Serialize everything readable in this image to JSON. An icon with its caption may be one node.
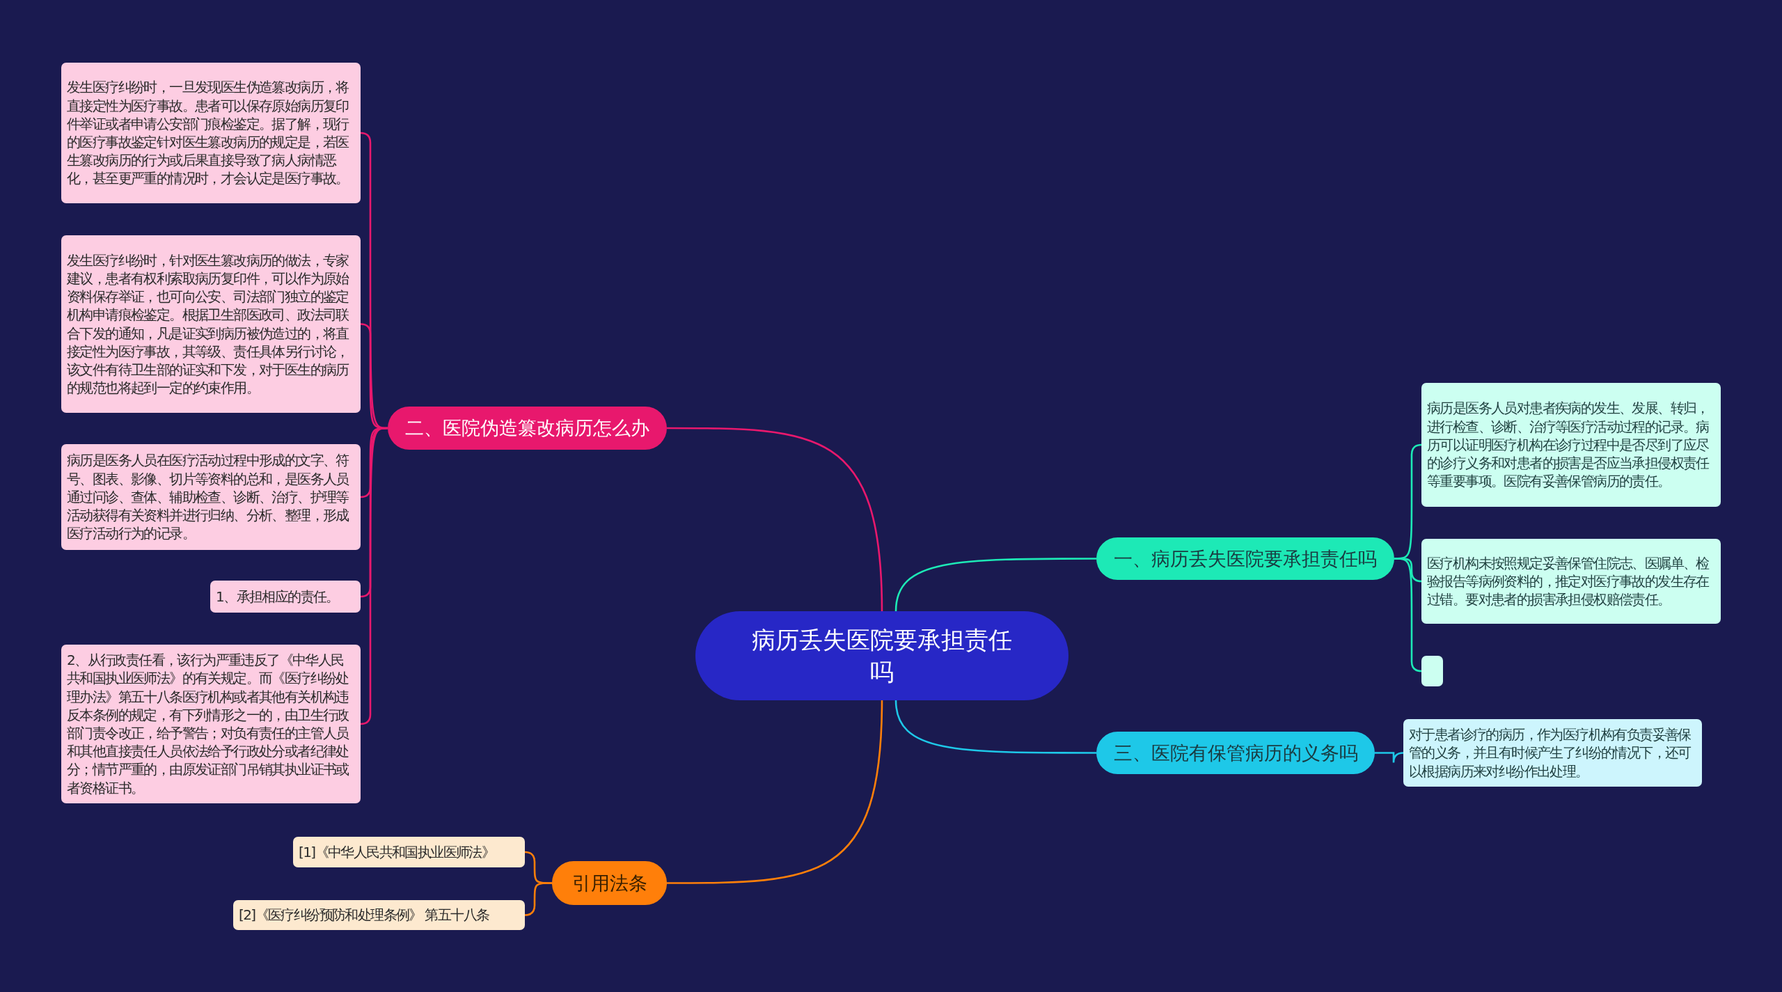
{
  "diagram": {
    "nodes": [
      {
        "text": [
          "病历丢失医院要承担责任吗"
        ]
      },
      {
        "text": [
          "二、医院伪造篡改病历怎么办"
        ]
      },
      {
        "text": [
          "发生医疗纠纷时，一旦发现医生伪造篡改病历，将直接定性为医疗事故。患者可以保存原始病历复印件举证或者申请公安部门痕检鉴定。据了解，现行的医疗事故鉴定针对医生篡改病历的规定是，若医生篡改病历的行为或后果直接导致了病人病情恶化，甚至更严重的情况时，才会认定是医疗事故。"
        ]
      },
      {
        "text": [
          "发生医疗纠纷时，针对医生篡改病历的做法，专家建议，患者有权利索取病历复印件，可以作为原始资料保存举证，也可向公安、司法部门独立的鉴定机构申请痕检鉴定。根据卫生部医政司、政法司联合下发的通知，凡是证实到病历被伪造过的，将直接定性为医疗事故，其等级、责任具体另行讨论，该文件有待卫生部的证实和下发，对于医生的病历的规范也将起到一定的约束作用。"
        ]
      },
      {
        "text": [
          "病历是医务人员在医疗活动过程中形成的文字、符号、图表、影像、切片等资料的总和，是医务人员通过问诊、查体、辅助检查、诊断、治疗、护理等活动获得有关资料并进行归纳、分析、整理，形成医疗活动行为的记录。"
        ]
      },
      {
        "text": [
          "1、承担相应的责任。"
        ]
      },
      {
        "text": [
          "2、从行政责任看，该行为严重违反了《中华人民共和国执业医师法》的有关规定。而《医疗纠纷处理办法》第五十八条医疗机构或者其他有关机构违反本条例的规定，有下列情形之一的，由卫生行政部门责令改正，给予警告；对负有责任的主管人员和其他直接责任人员依法给予行政处分或者纪律处分；情节严重的，由原发证部门吊销其执业证书或者资格证书。"
        ]
      },
      {
        "text": [
          "一、病历丢失医院要承担责任吗"
        ]
      },
      {
        "text": [
          "病历是医务人员对患者疾病的发生、发展、转归，进行检查、诊断、治疗等医疗活动过程的记录。病历可以证明医疗机构在诊疗过程中是否尽到了应尽的诊疗义务和对患者的损害是否应当承担侵权责任等重要事项。医院有妥善保管病历的责任。"
        ]
      },
      {
        "text": [
          "医疗机构未按照规定妥善保管住院志、医嘱单、检验报告等病例资料的，推定对医疗事故的发生存在过错。要对患者的损害承担侵权赔偿责任。"
        ]
      },
      {
        "text": [],
        "shape": "box"
      },
      {
        "text": [
          "三、医院有保管病历的义务吗"
        ]
      },
      {
        "text": [
          "对于患者诊疗的病历，作为医疗机构有负责妥善保管的义务，并且有时候产生了纠纷的情况下，还可以根据病历来对纠纷作出处理。"
        ]
      },
      {
        "text": [
          "引用法条"
        ]
      },
      {
        "text": [
          "[1]《中华人民共和国执业医师法》"
        ]
      },
      {
        "text": [
          "[2]《医疗纠纷预防和处理条例》 第五十八条"
        ]
      }
    ],
    "edges": [
      {
        "from": 0,
        "to": 1,
        "arrow": "none",
        "color": "#e8186d"
      },
      {
        "from": 1,
        "to": 2,
        "arrow": "none",
        "color": "#e8186d"
      },
      {
        "from": 1,
        "to": 3,
        "arrow": "none",
        "color": "#e8186d"
      },
      {
        "from": 1,
        "to": 4,
        "arrow": "none",
        "color": "#e8186d"
      },
      {
        "from": 1,
        "to": 5,
        "arrow": "none",
        "color": "#e8186d"
      },
      {
        "from": 1,
        "to": 6,
        "arrow": "none",
        "color": "#e8186d"
      },
      {
        "from": 0,
        "to": 7,
        "arrow": "none",
        "color": "#1de9b6"
      },
      {
        "from": 7,
        "to": 8,
        "arrow": "none",
        "color": "#1de9b6"
      },
      {
        "from": 7,
        "to": 9,
        "arrow": "none",
        "color": "#1de9b6"
      },
      {
        "from": 7,
        "to": 10,
        "arrow": "none",
        "color": "#1de9b6"
      },
      {
        "from": 0,
        "to": 11,
        "arrow": "none",
        "color": "#1ec8e8"
      },
      {
        "from": 11,
        "to": 12,
        "arrow": "none",
        "color": "#1ec8e8"
      },
      {
        "from": 0,
        "to": 13,
        "arrow": "none",
        "color": "#ff7f0a"
      },
      {
        "from": 13,
        "to": 14,
        "arrow": "none",
        "color": "#ff7f0a"
      },
      {
        "from": 13,
        "to": 15,
        "arrow": "none",
        "color": "#ff7f0a"
      }
    ]
  }
}
